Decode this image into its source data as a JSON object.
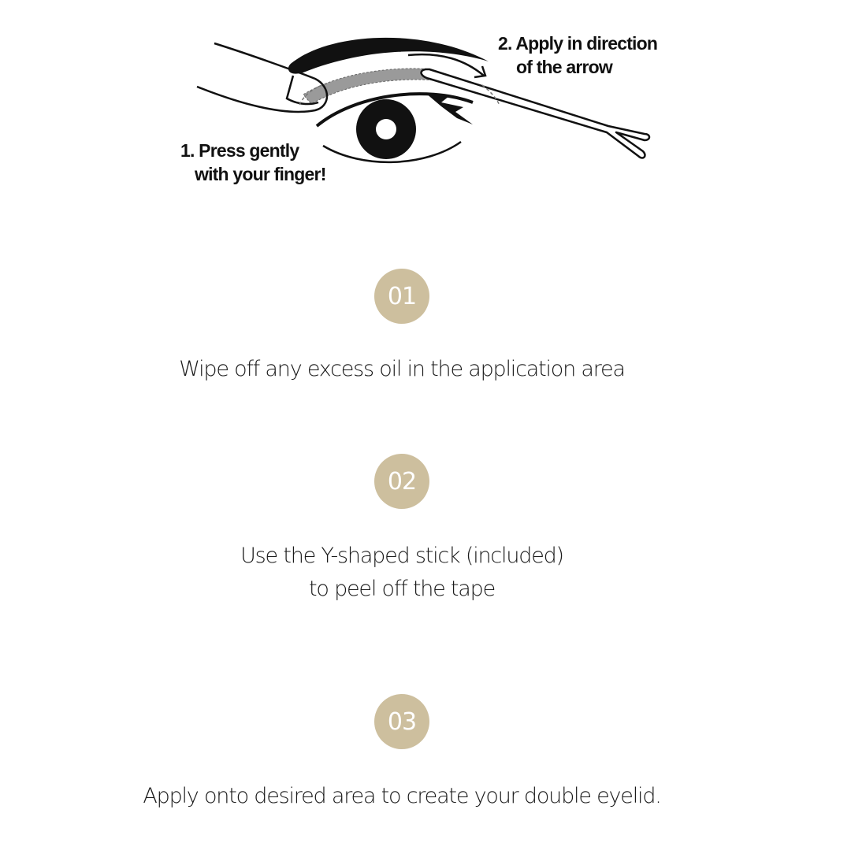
{
  "illustration": {
    "label_press": {
      "line1": "1. Press gently",
      "line2": "with your finger!"
    },
    "label_apply": {
      "line1": "2. Apply in direction",
      "line2": "of the arrow"
    }
  },
  "steps": [
    {
      "number": "01",
      "text_line1": "Wipe off any excess oil in the application area",
      "text_line2": ""
    },
    {
      "number": "02",
      "text_line1": "Use the Y-shaped stick (included)",
      "text_line2": "to peel off the tape"
    },
    {
      "number": "03",
      "text_line1": "Apply onto desired area to create your double eyelid.",
      "text_line2": ""
    }
  ],
  "colors": {
    "badge": "#cdbf9e",
    "badge_text": "#ffffff",
    "text": "#1a1a1a"
  }
}
